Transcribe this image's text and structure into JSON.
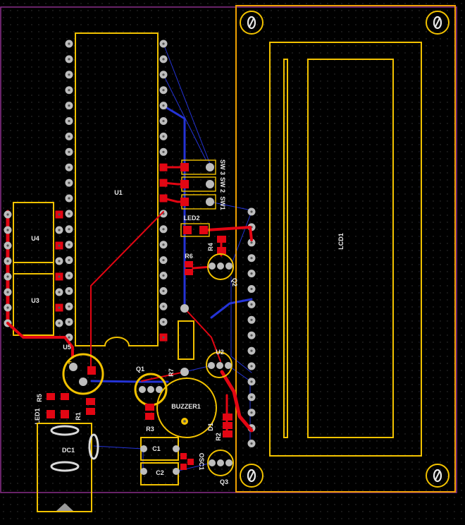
{
  "colors": {
    "background": "#000000",
    "grid_dot": "#3a3a3a",
    "board_outline": "#8b2f8b",
    "silkscreen": "#f2c200",
    "top_copper": "#e30613",
    "bottom_copper": "#2433d6",
    "pad": "#bdbdbd",
    "label": "#e8e8e8"
  },
  "components": {
    "u1": "U1",
    "u2": "U2",
    "u3": "U3",
    "u4": "U4",
    "u5": "U5",
    "q1": "Q1",
    "q2": "Q2",
    "q3": "Q3",
    "r1": "R1",
    "r2": "R2",
    "r3": "R3",
    "r4": "R4",
    "r5": "R5",
    "r6": "R6",
    "r7": "R7",
    "led1": "LED1",
    "led2": "LED2",
    "dc1": "DC1",
    "c1": "C1",
    "c2": "C2",
    "d1": "D1",
    "osc1": "OSC1",
    "buzzer1": "BUZZER1",
    "sw1": "SW1",
    "sw2": "SW 2",
    "sw3": "SW 3",
    "lcd1": "LCD1"
  },
  "marks": {
    "polarity": "+"
  },
  "icons": {
    "mounting_hole": "mounting-hole-icon",
    "dc_jack_orientation": "triangle-icon"
  }
}
